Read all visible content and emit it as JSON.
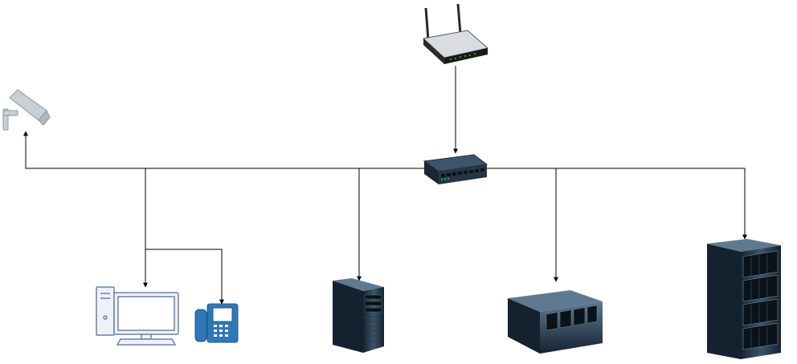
{
  "diagram": {
    "nodes": [
      {
        "id": "router",
        "icon": "wireless-router-icon"
      },
      {
        "id": "switch",
        "icon": "network-switch-icon"
      },
      {
        "id": "camera",
        "icon": "security-camera-icon"
      },
      {
        "id": "workstation",
        "icon": "desktop-computer-icon"
      },
      {
        "id": "ip-phone",
        "icon": "ip-phone-icon"
      },
      {
        "id": "tower-server",
        "icon": "tower-server-icon"
      },
      {
        "id": "rack-mount-server",
        "icon": "rack-mount-server-icon"
      },
      {
        "id": "server-rack",
        "icon": "server-rack-icon"
      }
    ],
    "edges": [
      {
        "from": "router",
        "to": "switch"
      },
      {
        "from": "switch",
        "to": "camera"
      },
      {
        "from": "switch",
        "to": "workstation"
      },
      {
        "from": "switch",
        "to": "ip-phone"
      },
      {
        "from": "switch",
        "to": "tower-server"
      },
      {
        "from": "switch",
        "to": "rack-mount-server"
      },
      {
        "from": "switch",
        "to": "server-rack"
      }
    ],
    "colors": {
      "line": "#000000",
      "device_dark": "#1f2f3d",
      "device_mid": "#3c5568",
      "device_light": "#6f8aa0",
      "pc_fill": "#eef2f8",
      "pc_stroke": "#6b7fb0",
      "phone_blue": "#2f78b7",
      "led_green": "#37c837"
    }
  }
}
